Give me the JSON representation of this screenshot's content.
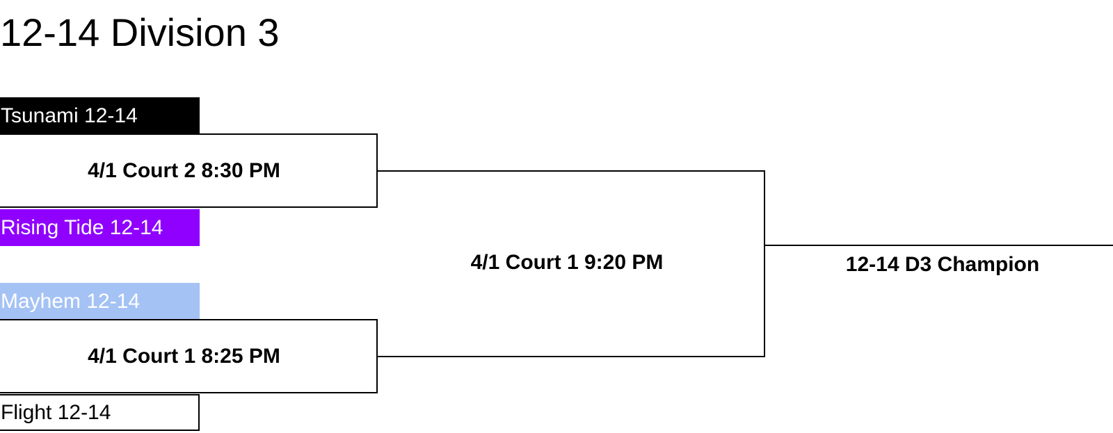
{
  "title": "12-14 Division 3",
  "colors": {
    "tsunami_bg": "#000000",
    "rising_tide_bg": "#8f00ff",
    "mayhem_bg": "#a4c2f4",
    "flight_bg": "#ffffff",
    "line": "#000000"
  },
  "round1": [
    {
      "top_team": "Tsunami 12-14",
      "match": "4/1 Court 2 8:30 PM",
      "bottom_team": "Rising Tide 12-14"
    },
    {
      "top_team": "Mayhem 12-14",
      "match": "4/1 Court 1 8:25 PM",
      "bottom_team": "Flight 12-14"
    }
  ],
  "final": {
    "match": "4/1 Court 1 9:20 PM"
  },
  "champion": {
    "label": "12-14 D3 Champion"
  }
}
